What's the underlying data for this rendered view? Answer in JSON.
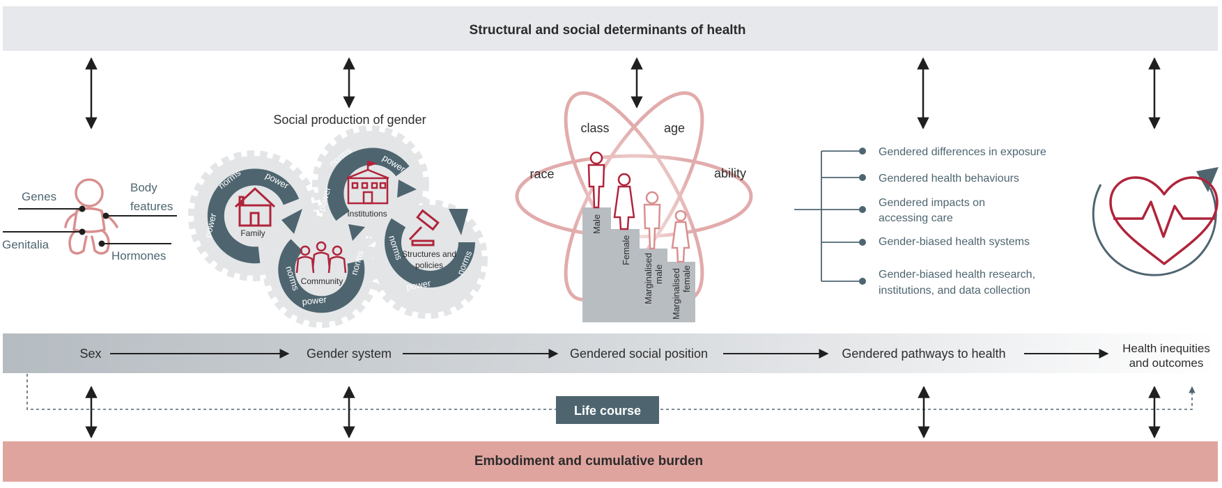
{
  "top_banner": {
    "title": "Structural and social determinants of health",
    "color": "#e6e8eb"
  },
  "bottom_banner": {
    "title": "Embodiment and cumulative burden",
    "color": "#e0a49e"
  },
  "life_course": {
    "label": "Life course",
    "color": "#4e6570"
  },
  "flow": {
    "stages": [
      "Sex",
      "Gender system",
      "Gendered social position",
      "Gendered pathways to health",
      "Health inequities",
      "and outcomes"
    ]
  },
  "sex_panel": {
    "labels": {
      "genes": "Genes",
      "genitalia": "Genitalia",
      "body": "Body",
      "features": "features",
      "hormones": "Hormones"
    }
  },
  "gender_panel": {
    "title": "Social production of gender",
    "gear_words": {
      "norms": "norms",
      "power": "power"
    },
    "labels": {
      "family": "Family",
      "community": "Community",
      "institutions": "Institutions",
      "structures": "Structures and",
      "policies": "policies"
    }
  },
  "position_panel": {
    "orbit_labels": {
      "class": "class",
      "age": "age",
      "race": "race",
      "ability": "ability"
    },
    "podium_labels": {
      "male": "Male",
      "female": "Female",
      "marg_male_1": "Marginalised",
      "marg_male_2": "male",
      "marg_female_1": "Marginalised",
      "marg_female_2": "female"
    }
  },
  "pathways_panel": {
    "items": [
      [
        "Gendered differences in exposure"
      ],
      [
        "Gendered health behaviours"
      ],
      [
        "Gendered impacts on",
        "accessing care"
      ],
      [
        "Gender-biased health systems"
      ],
      [
        "Gender-biased health research,",
        "institutions, and data collection"
      ]
    ]
  },
  "colors": {
    "slate": "#4e6570",
    "crimson": "#b0243a",
    "rose": "#d98f8f",
    "gear_gray": "#e3e5e7",
    "podium": "#b8bdc1"
  }
}
